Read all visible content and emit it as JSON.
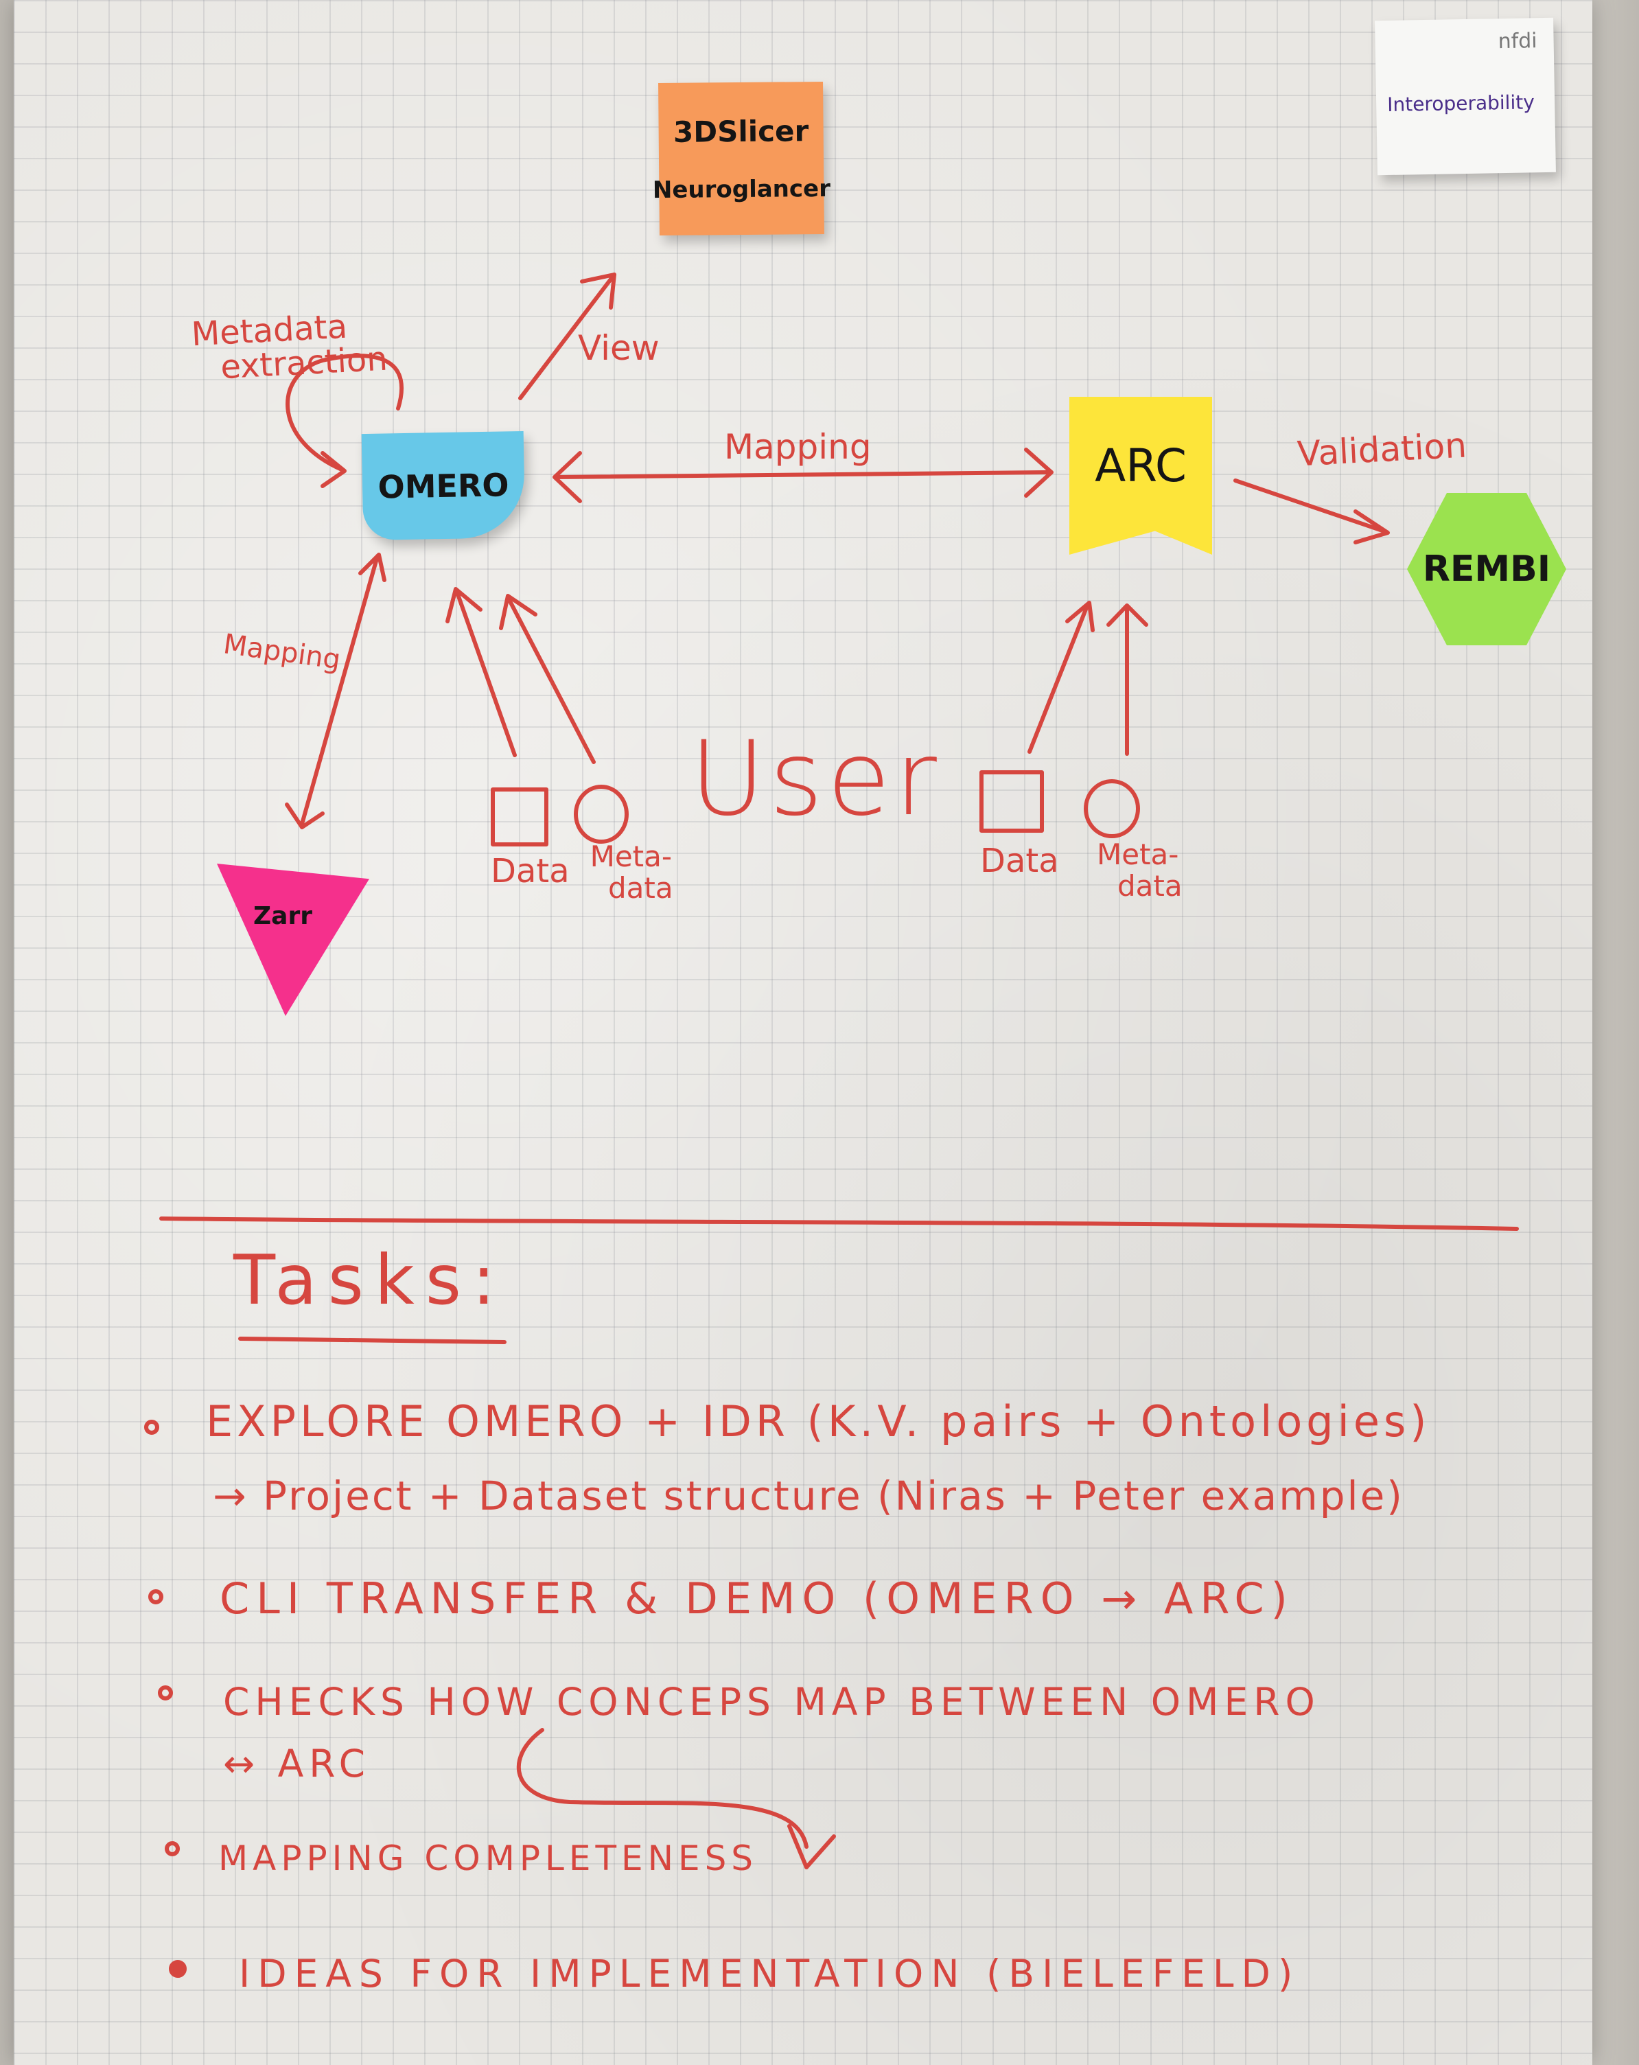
{
  "notes": {
    "slicer_line1": "3DSlicer",
    "slicer_line2": "Neuroglancer",
    "interoperability_logo": "nfdi",
    "interoperability": "Interoperability",
    "omero": "OMERO",
    "arc": "ARC",
    "rembi": "REMBI",
    "zarr": "Zarr"
  },
  "diagram": {
    "metadata_extraction_line1": "Metadata",
    "metadata_extraction_line2": "extraction",
    "view": "View",
    "mapping_top": "Mapping",
    "validation": "Validation",
    "mapping_left": "Mapping",
    "user": "User",
    "left_data": "Data",
    "left_meta_line1": "Meta-",
    "left_meta_line2": "data",
    "right_data": "Data",
    "right_meta_line1": "Meta-",
    "right_meta_line2": "data"
  },
  "tasks": {
    "heading": "Tasks:",
    "items": [
      "EXPLORE OMERO + IDR (K.V. pairs + Ontologies)",
      "→ Project + Dataset structure (Niras + Peter example)",
      "CLI TRANSFER & DEMO (OMERO → ARC)",
      "CHECKS HOW CONCEPS MAP BETWEEN OMERO",
      "↔ ARC",
      "MAPPING COMPLETENESS",
      "IDEAS FOR IMPLEMENTATION (BIELEFELD)"
    ]
  },
  "colors": {
    "marker": "#d6463f",
    "paper": "#e9e7e3",
    "note_orange": "#f79a5a",
    "note_blue": "#67c8e8",
    "note_yellow": "#fde53a",
    "note_green": "#9be24f",
    "note_pink": "#f5308c",
    "note_white": "#f7f7f5"
  }
}
